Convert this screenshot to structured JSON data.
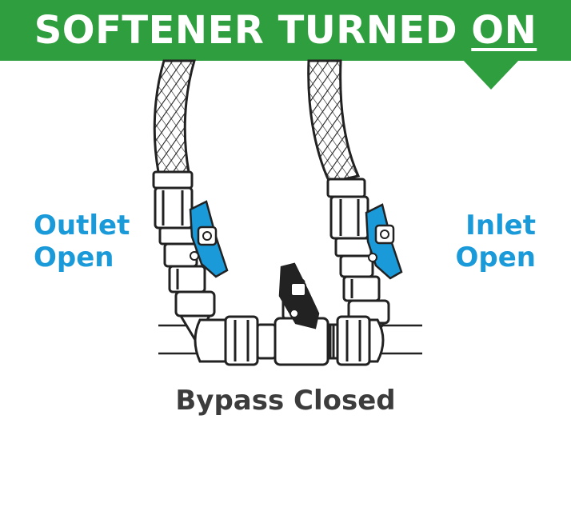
{
  "banner": {
    "title_prefix": "SOFTENER TURNED ",
    "title_emphasis": "ON",
    "color": "#2f9e3f"
  },
  "labels": {
    "outlet_line1": "Outlet",
    "outlet_line2": "Open",
    "inlet_line1": "Inlet",
    "inlet_line2": "Open",
    "bypass": "Bypass Closed"
  },
  "colors": {
    "valve_open": "#1a9ad9",
    "valve_closed": "#222222",
    "text": "#3c3c3c"
  },
  "icons": [
    "outlet-valve-handle-icon",
    "inlet-valve-handle-icon",
    "bypass-valve-handle-icon"
  ]
}
